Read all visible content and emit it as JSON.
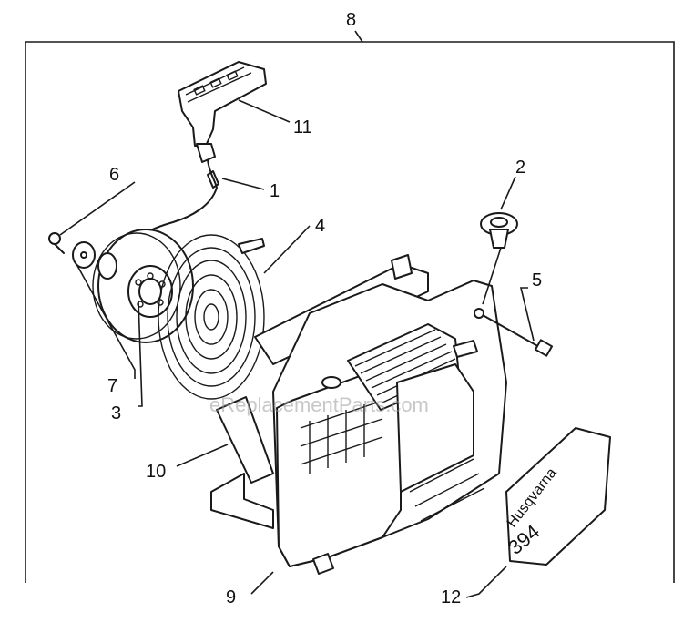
{
  "callouts": {
    "c8": "8",
    "c11": "11",
    "c6": "6",
    "c1": "1",
    "c2": "2",
    "c4": "4",
    "c5": "5",
    "c7": "7",
    "c3": "3",
    "c10": "10",
    "c9": "9",
    "c12": "12"
  },
  "watermark": "eReplacementParts.com",
  "decal": {
    "brand": "Husqvarna",
    "model": "394"
  }
}
